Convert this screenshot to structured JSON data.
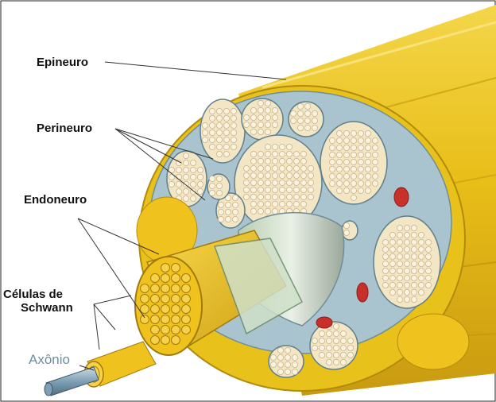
{
  "labels": {
    "epineuro": "Epineuro",
    "perineuro": "Perineuro",
    "endoneuro": "Endoneuro",
    "celulas_line1": "Células de",
    "celulas_line2": "Schwann",
    "axonio": "Axônio"
  },
  "colors": {
    "epineurium_yellow": "#e8c21a",
    "epineurium_dark": "#c99a10",
    "perineurium_blue": "#a9c4cf",
    "fascicle_fill": "#f3e6c4",
    "fiber_cell": "#fbf3df",
    "schwann_yellow": "#f0c21e",
    "blood_vessel": "#c8302a",
    "axon_label": "#6d8fa0"
  }
}
